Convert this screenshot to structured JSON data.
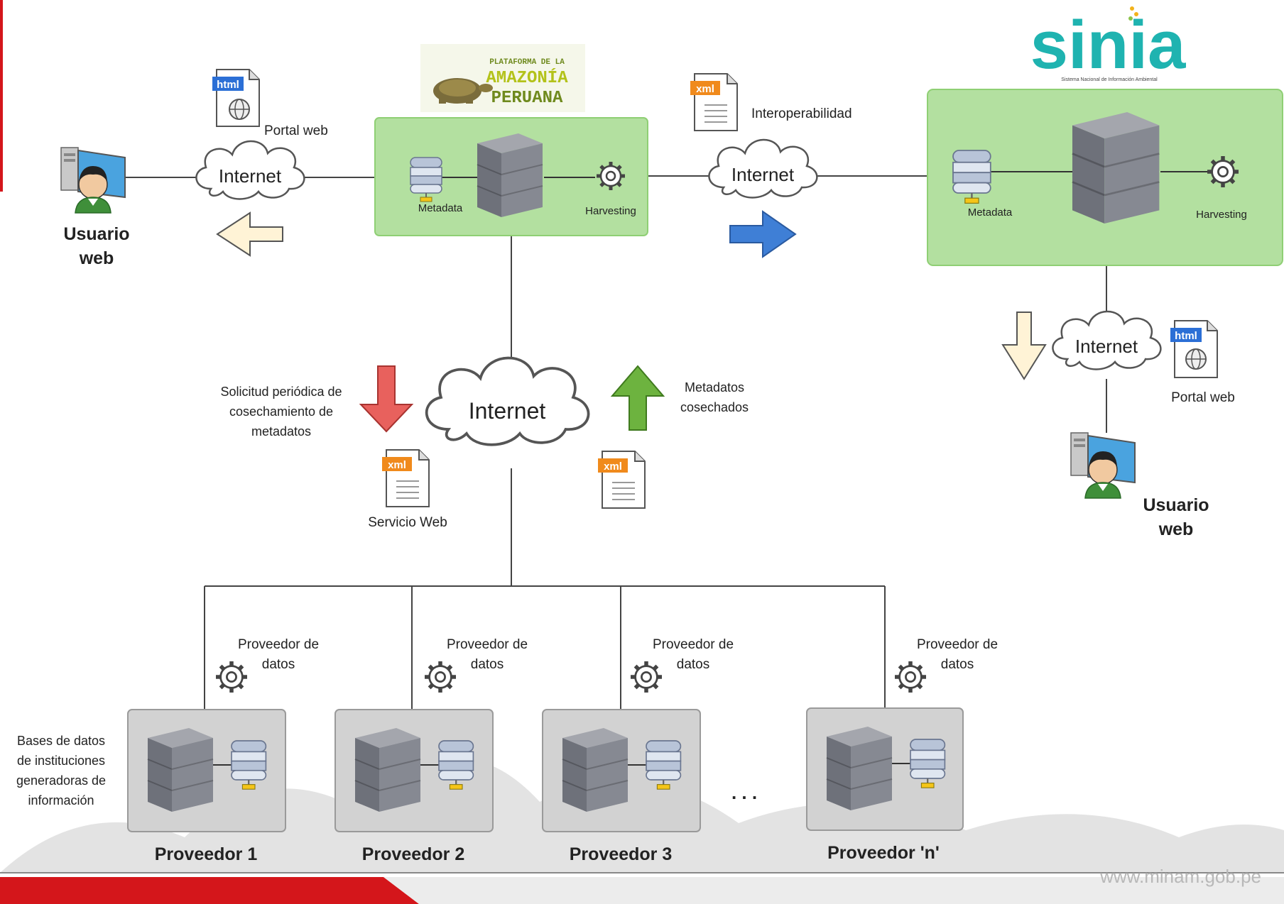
{
  "top_portal": {
    "user_label_line1": "Usuario",
    "user_label_line2": "web",
    "portal_label": "Portal web",
    "doc_tag": "html",
    "cloud_label": "Internet",
    "logo_line1": "PLATAFORMA DE LA",
    "logo_line2": "AMAZONÍA",
    "logo_line3": "PERUANA"
  },
  "center_server": {
    "metadata_label": "Metadata",
    "harvesting_label": "Harvesting"
  },
  "interop": {
    "doc_tag": "xml",
    "label": "Interoperabilidad",
    "cloud_label": "Internet"
  },
  "sinia": {
    "logo_text": "sinia",
    "logo_subtitle": "Sistema Nacional de Información Ambiental",
    "metadata_label": "Metadata",
    "harvesting_label": "Harvesting",
    "cloud_label": "Internet",
    "doc_tag": "html",
    "portal_label": "Portal web",
    "user_label_line1": "Usuario",
    "user_label_line2": "web"
  },
  "harvest": {
    "cloud_label": "Internet",
    "request_line1": "Solicitud periódica de",
    "request_line2": "cosechamiento de",
    "request_line3": "metadatos",
    "harvested_line1": "Metadatos",
    "harvested_line2": "cosechados",
    "service_label": "Servicio Web",
    "doc_tag": "xml"
  },
  "providers": {
    "db_line1": "Bases de datos",
    "db_line2": "de instituciones",
    "db_line3": "generadoras de",
    "db_line4": "información",
    "ellipsis": ". . .",
    "items": [
      {
        "label_line1": "Proveedor de",
        "label_line2": "datos",
        "name": "Proveedor 1"
      },
      {
        "label_line1": "Proveedor de",
        "label_line2": "datos",
        "name": "Proveedor 2"
      },
      {
        "label_line1": "Proveedor de",
        "label_line2": "datos",
        "name": "Proveedor 3"
      },
      {
        "label_line1": "Proveedor de",
        "label_line2": "datos",
        "name": "Proveedor 'n'"
      }
    ]
  },
  "footer": {
    "url": "www.minam.gob.pe"
  },
  "colors": {
    "server_box_fill": "#b3e0a0",
    "server_box_stroke": "#8fcf74",
    "provider_box_fill": "#d2d2d2",
    "arrow_request": "#e8615d",
    "arrow_harvested": "#6db33f",
    "arrow_interop": "#3f7fd6",
    "arrow_pale": "#fff3d6",
    "sinia_teal": "#1fb3b0",
    "footer_red": "#d4161b"
  }
}
